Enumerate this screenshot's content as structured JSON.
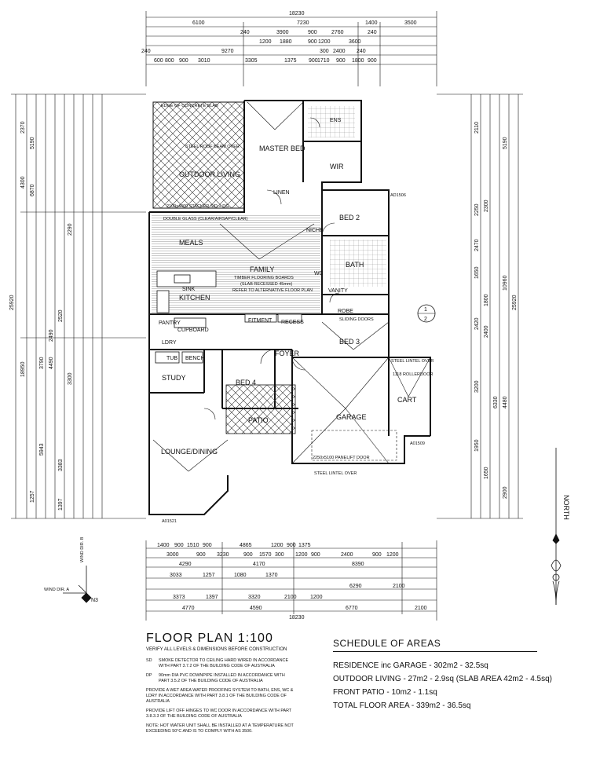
{
  "dimensions": {
    "top_total": "18230",
    "top_row1": [
      "6100",
      "7230",
      "1400",
      "3500"
    ],
    "top_row2": [
      "240",
      "3900",
      "900",
      "2760",
      "240"
    ],
    "top_row3": [
      "1200",
      "1880",
      "900",
      "1200",
      "3600"
    ],
    "top_row4": [
      "240",
      "9270",
      "300",
      "2400",
      "240"
    ],
    "top_row5": [
      "600",
      "800",
      "900",
      "3010",
      "3305",
      "1375",
      "900",
      "1710",
      "900",
      "1800",
      "900"
    ],
    "bottom_row1": [
      "1400",
      "900",
      "1510",
      "900",
      "4865",
      "1200",
      "900",
      "1375"
    ],
    "bottom_row2": [
      "3000",
      "900",
      "3230",
      "900",
      "1570",
      "300",
      "1200",
      "900",
      "2400",
      "900",
      "1200"
    ],
    "bottom_row3": [
      "4290",
      "4170",
      "8390"
    ],
    "bottom_row4": [
      "3033",
      "1257",
      "1080",
      "1370",
      "6290",
      "2100"
    ],
    "bottom_row5": [
      "3373",
      "1397",
      "3320",
      "2100",
      "1200"
    ],
    "bottom_row6": [
      "4770",
      "4590",
      "6770",
      "2100"
    ],
    "bottom_total": "18230",
    "left_total": "25920",
    "left_outer": [
      "2370",
      "4300",
      "5190",
      "6870",
      "18950"
    ],
    "left_inner": [
      "3790",
      "2490",
      "2520",
      "2290",
      "4490",
      "3300",
      "5943",
      "3383",
      "1257",
      "1397"
    ],
    "right_total": "25920",
    "right_outer": [
      "5190",
      "10960",
      "4480",
      "2900"
    ],
    "right_inner": [
      "2110",
      "2250",
      "2470",
      "1650",
      "2420",
      "3200",
      "2400",
      "6330",
      "1950",
      "1800",
      "2300",
      "1650"
    ]
  },
  "rooms": {
    "outdoor_living": "OUTDOOR LIVING",
    "master_bed": "MASTER BED",
    "ens": "ENS",
    "wir": "WIR",
    "bed2": "BED 2",
    "meals": "MEALS",
    "family": "FAMILY",
    "kitchen": "KITCHEN",
    "bath": "BATH",
    "bed3": "BED 3",
    "ldry": "LDRY",
    "study": "STUDY",
    "bed4": "BED 4",
    "foyer": "FOYER",
    "lounge_dining": "LOUNGE/DINING",
    "patio": "PATIO",
    "garage": "GARAGE",
    "cart": "CART",
    "linen": "LINEN",
    "wc": "WC",
    "pantry": "PANTRY",
    "robe": "ROBE",
    "niche": "NICHE",
    "tub": "TUB",
    "bench": "BENCH",
    "cupboard": "CUPBOARD",
    "recess": "RECESS",
    "fitment": "FITMENT",
    "sink": "SINK",
    "vanity": "VANITY"
  },
  "annotations": {
    "edge_slab": "EDGE OF CONCRETE SLAB",
    "steel_roof_beam": "STEEL ROOF BEAM OVER",
    "stacker": "2100x4400 STACKER S/D + DG",
    "double_glass": "DOUBLE GLASS (CLEAR/AIRSAP/CLEAR)",
    "timber_floor": "TIMBER FLOORING BOARDS",
    "slab_recessed": "(SLAB RECESSED 45mm)",
    "refer_alt": "REFER TO ALTERNATIVE FLOOR PLAN",
    "sliding_doors": "SLIDING DOORS",
    "steel_lintel": "STEEL LINTEL OVER",
    "rollerdoor": "1118 ROLLERDOOR",
    "panelift": "2250x5100 PANELIFT DOOR",
    "steel_lintel_over2": "STEEL LINTEL OVER",
    "section_top": "1",
    "section_bottom": "2",
    "north": "NORTH",
    "n3": "N3",
    "wind_a": "WIND DIR. A",
    "wind_b": "WIND DIR. B",
    "w_a01521": "A01521",
    "w_d1506": "AD1506",
    "w_a1509": "A01509"
  },
  "floor_plan": {
    "title": "FLOOR PLAN  1:100",
    "subtitle": "VERIFY ALL LEVELS & DIMENSIONS BEFORE CONSTRUCTION",
    "note_sd_symbol": "SD",
    "note_sd": "SMOKE DETECTOR TO CEILING HARD WIRED IN ACCORDANCE WITH PART 3.7.2 OF THE BUILDING CODE OF AUSTRALIA",
    "note_dp_symbol": "DP",
    "note_dp": "90mm DIA PVC DOWNPIPE INSTALLED IN ACCORDANCE WITH PART 3.5.2 OF THE BUILDING CODE OF AUSTRALIA",
    "note_wet": "PROVIDE A WET AREA WATER PROOFING SYSTEM TO BATH, ENS, WC & LDRY IN ACCORDANCE WITH PART 3.8.1 OF THE BUILDING CODE OF AUSTRALIA",
    "note_lift": "PROVIDE LIFT OFF HINGES TO WC DOOR IN ACCORDANCE WITH PART 3.8.3.3 OF THE BUILDING CODE OF AUSTRALIA",
    "note_hw": "NOTE: HOT WATER UNIT SHALL BE INSTALLED AT A TEMPERATURE NOT EXCEEDING 50°C AND IS TO COMPLY WITH AS 3500."
  },
  "schedule": {
    "heading": "SCHEDULE OF AREAS",
    "residence": "RESIDENCE inc GARAGE - 302m2 - 32.5sq",
    "outdoor": "OUTDOOR LIVING - 27m2 - 2.9sq (SLAB AREA 42m2 - 4.5sq)",
    "patio": "FRONT PATIO - 10m2 - 1.1sq",
    "total": "TOTAL FLOOR AREA - 339m2 - 36.5sq"
  }
}
